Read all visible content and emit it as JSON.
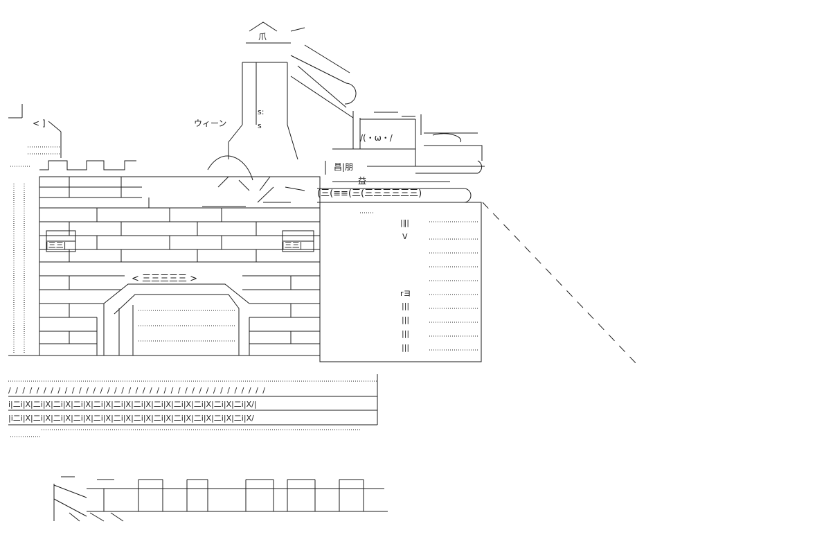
{
  "sound_effect": "ウィーン",
  "face": "/(・ω・/",
  "top_glyph": "爪",
  "shovel_marks": [
    "s:",
    "s"
  ],
  "bubble_left": "< ]",
  "cab_text": [
    "昌|朋",
    "益"
  ],
  "roller_text": "(三(≡≡(三(三三三三三三)",
  "gate_banner": "< 三三三三三 >",
  "tower_marks": [
    "|‖|",
    "V",
    "rヨ"
  ],
  "tower_chars": [
    "|||",
    "|||",
    "|||",
    "|||"
  ],
  "window_marks": [
    "|三三|",
    "|三三|"
  ],
  "bridge_rows": [
    "/ / / / / / / / / / / / / / / / / / / / / / / / / / / / / / / / / / / / /",
    "i|二i|X|二i|X|二i|X|二i|X|二i|X|二i|X|二i|X|二i|X|二i|X|二i|X|二i|X|二i|X/|",
    "|i二i|X|二i|X|二i|X|二i|X|二i|X|二i|X|二i|X|二i|X|二i|X|二i|X|二i|X|二i|X/"
  ]
}
